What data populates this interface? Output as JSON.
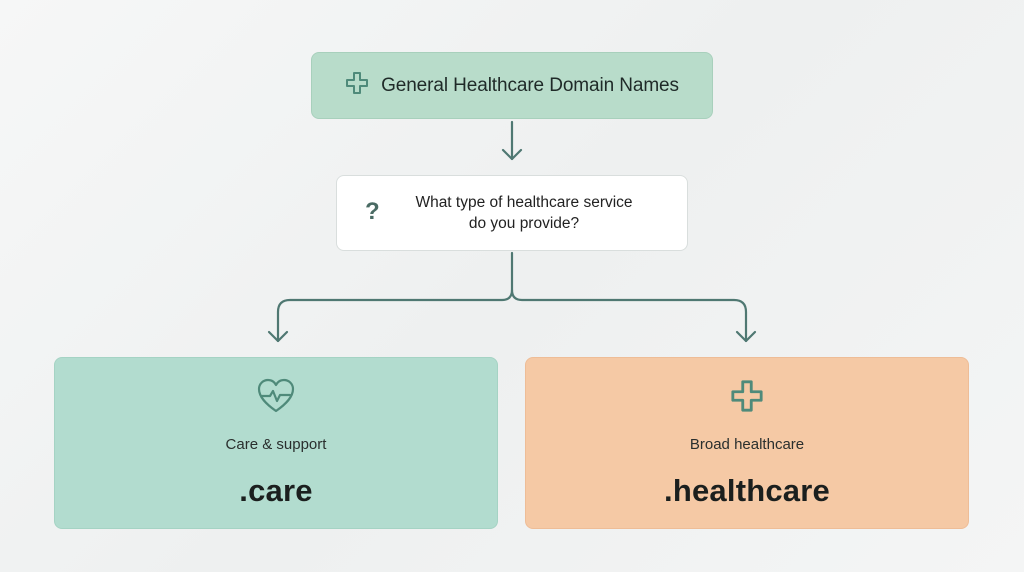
{
  "root": {
    "title": "General Healthcare Domain Names",
    "icon": "medical-cross-icon"
  },
  "question": {
    "line1": "What type of healthcare service",
    "line2": "do you provide?",
    "mark": "?",
    "icon": "question-icon"
  },
  "options": [
    {
      "icon": "heart-pulse-icon",
      "label": "Care & support",
      "domain": ".care",
      "color": "#b2dccf"
    },
    {
      "icon": "medical-cross-icon",
      "label": "Broad healthcare",
      "domain": ".healthcare",
      "color": "#f5c9a5"
    }
  ],
  "colors": {
    "connector": "#4f7872",
    "root_bg": "#b8dcca",
    "icon": "#4f8a7a"
  }
}
